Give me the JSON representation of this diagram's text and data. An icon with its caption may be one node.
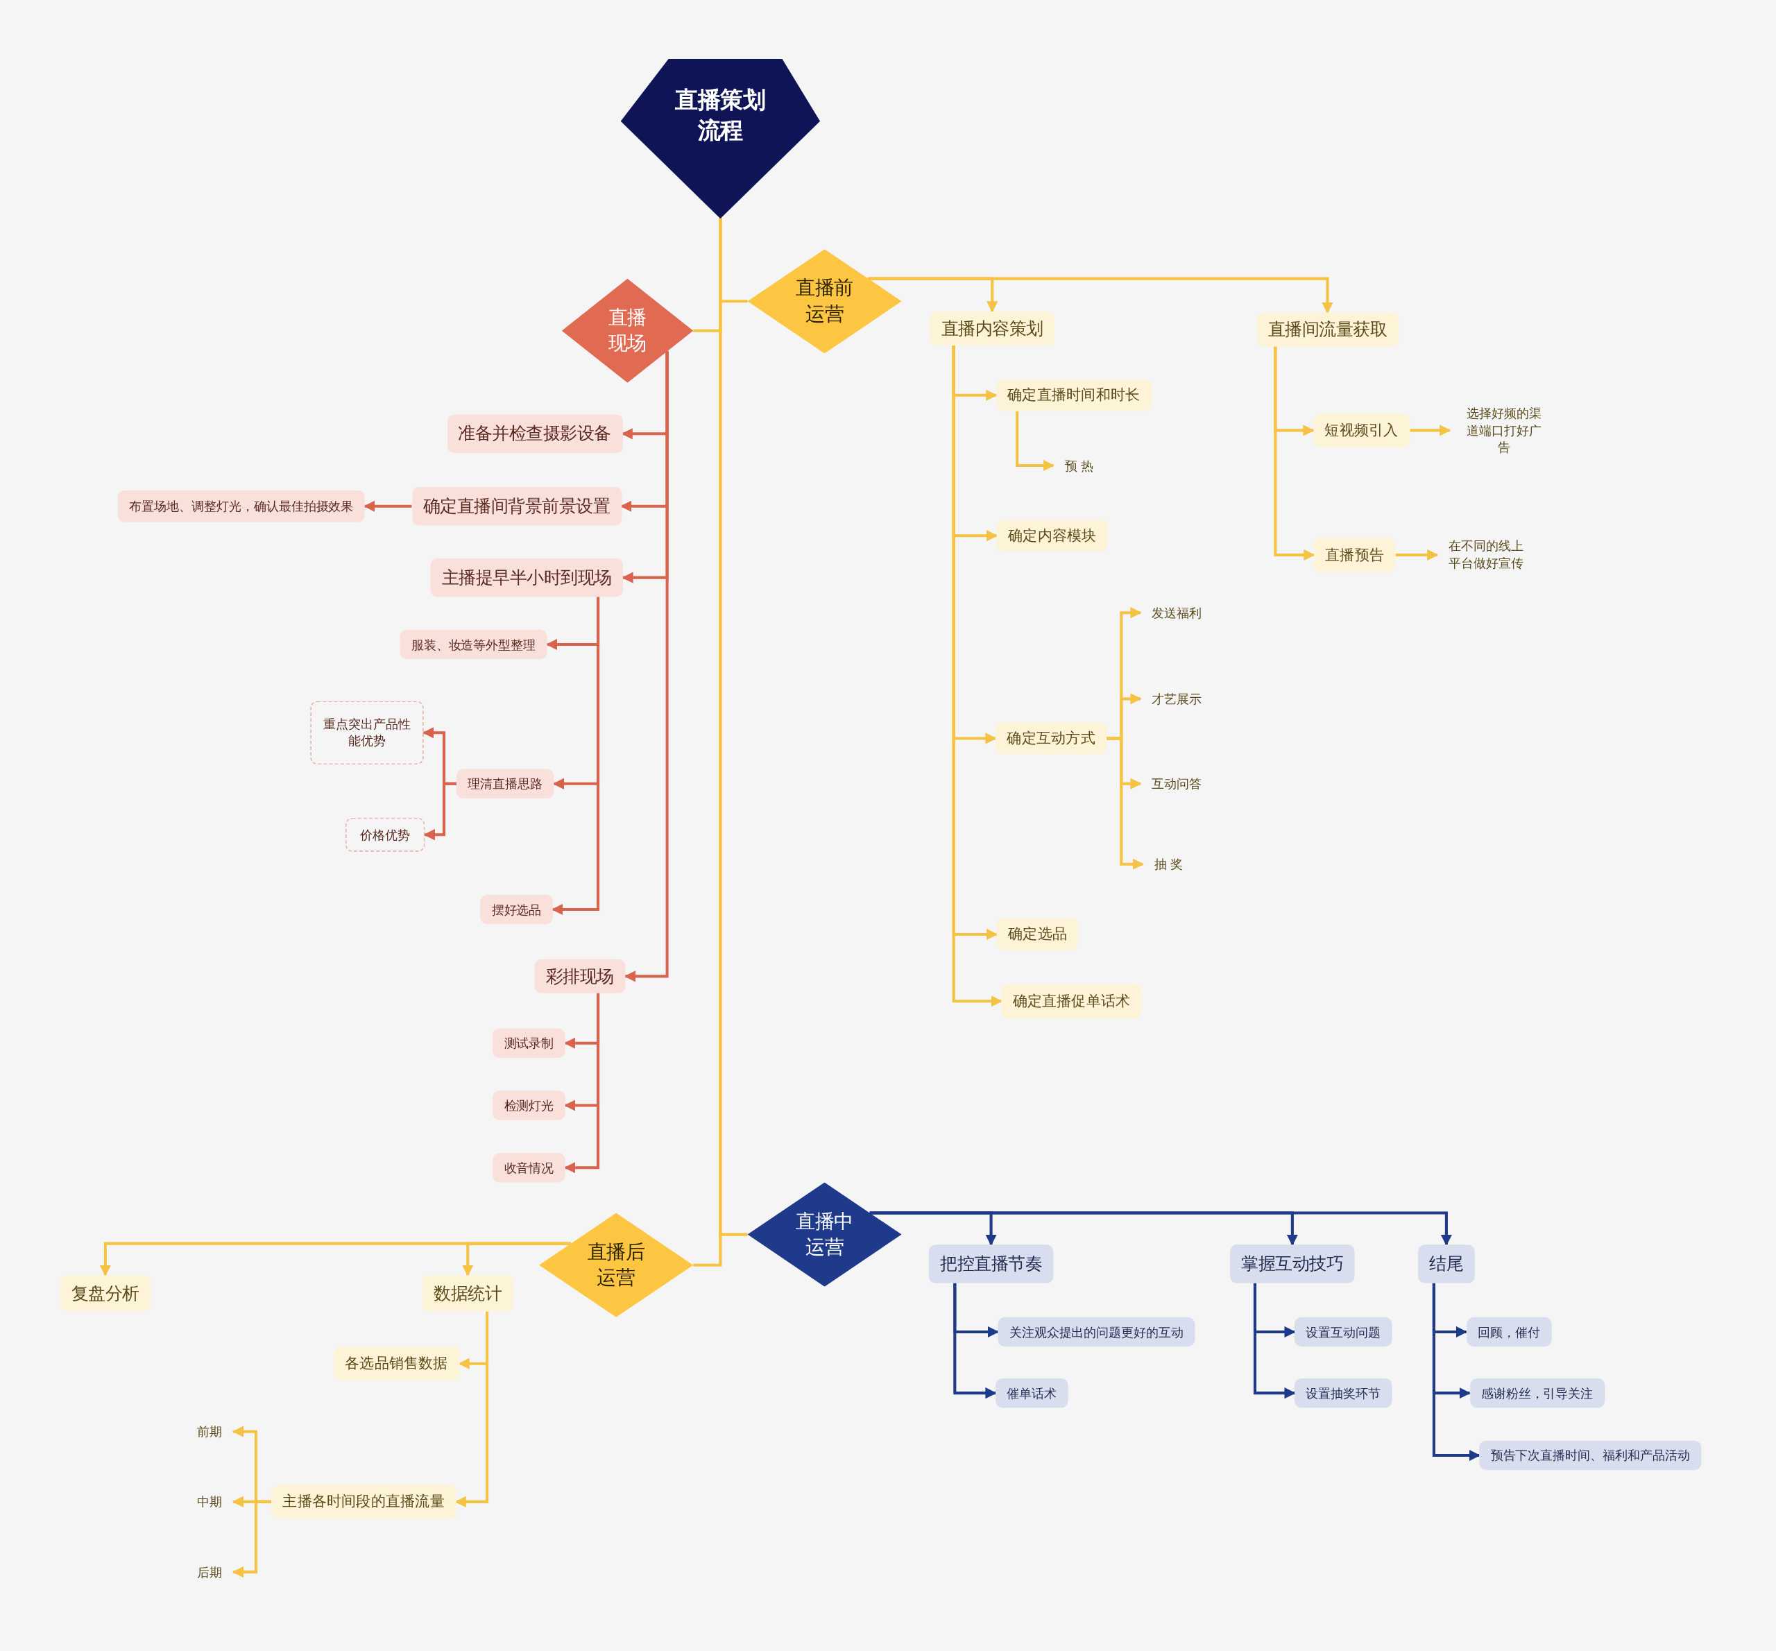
{
  "diagram": {
    "nodes": [
      {
        "text": [
          "直播策划流程"
        ]
      },
      {
        "text": [
          "直播前运营"
        ]
      },
      {
        "text": [
          "直播内容策划"
        ]
      },
      {
        "text": [
          "确定直播时间和时长"
        ]
      },
      {
        "text": [
          "预 热"
        ]
      },
      {
        "text": [
          "确定内容模块"
        ]
      },
      {
        "text": [
          "确定互动方式"
        ]
      },
      {
        "text": [
          "发送福利"
        ]
      },
      {
        "text": [
          "才艺展示"
        ]
      },
      {
        "text": [
          "互动问答"
        ]
      },
      {
        "text": [
          "抽 奖"
        ]
      },
      {
        "text": [
          "确定选品"
        ]
      },
      {
        "text": [
          "确定直播促单话术"
        ]
      },
      {
        "text": [
          "直播间流量获取"
        ]
      },
      {
        "text": [
          "短视频引入"
        ]
      },
      {
        "text": [
          "选择好频的渠道端口打好广告"
        ]
      },
      {
        "text": [
          "直播预告"
        ]
      },
      {
        "text": [
          "在不同的线上平台做好宣传"
        ]
      },
      {
        "text": [
          "直播现场"
        ]
      },
      {
        "text": [
          "准备并检查摄影设备"
        ]
      },
      {
        "text": [
          "确定直播间背景前景设置"
        ]
      },
      {
        "text": [
          "布置场地、调整灯光，确认最佳拍摄效果"
        ]
      },
      {
        "text": [
          "主播提早半小时到现场"
        ]
      },
      {
        "text": [
          "服装、妆造等外型整理"
        ]
      },
      {
        "text": [
          "理清直播思路"
        ]
      },
      {
        "text": [
          "重点突出产品性能优势"
        ]
      },
      {
        "text": [
          "价格优势"
        ]
      },
      {
        "text": [
          "摆好选品"
        ]
      },
      {
        "text": [
          "彩排现场"
        ]
      },
      {
        "text": [
          "测试录制"
        ]
      },
      {
        "text": [
          "检测灯光"
        ]
      },
      {
        "text": [
          "收音情况"
        ]
      },
      {
        "text": [
          "直播中运营"
        ]
      },
      {
        "text": [
          "把控直播节奏"
        ]
      },
      {
        "text": [
          "关注观众提出的问题更好的互动"
        ]
      },
      {
        "text": [
          "催单话术"
        ]
      },
      {
        "text": [
          "掌握互动技巧"
        ]
      },
      {
        "text": [
          "设置互动问题"
        ]
      },
      {
        "text": [
          "设置抽奖环节"
        ]
      },
      {
        "text": [
          "结尾"
        ]
      },
      {
        "text": [
          "回顾，催付"
        ]
      },
      {
        "text": [
          "感谢粉丝，引导关注"
        ]
      },
      {
        "text": [
          "预告下次直播时间、福利和产品活动"
        ]
      },
      {
        "text": [
          "直播后运营"
        ]
      },
      {
        "text": [
          "复盘分析"
        ]
      },
      {
        "text": [
          "数据统计"
        ]
      },
      {
        "text": [
          "各选品销售数据"
        ]
      },
      {
        "text": [
          "主播各时间段的直播流量"
        ]
      },
      {
        "text": [
          "前期"
        ]
      },
      {
        "text": [
          "中期"
        ]
      },
      {
        "text": [
          "后期"
        ]
      }
    ],
    "edges": [
      {
        "from": 0,
        "to": 1,
        "arrow": "none"
      },
      {
        "from": 0,
        "to": 18,
        "arrow": "none"
      },
      {
        "from": 0,
        "to": 32,
        "arrow": "none"
      },
      {
        "from": 0,
        "to": 43,
        "arrow": "none"
      },
      {
        "from": 1,
        "to": 2,
        "arrow": "to"
      },
      {
        "from": 1,
        "to": 13,
        "arrow": "to"
      },
      {
        "from": 2,
        "to": 3,
        "arrow": "to"
      },
      {
        "from": 2,
        "to": 5,
        "arrow": "to"
      },
      {
        "from": 2,
        "to": 6,
        "arrow": "to"
      },
      {
        "from": 2,
        "to": 11,
        "arrow": "to"
      },
      {
        "from": 2,
        "to": 12,
        "arrow": "to"
      },
      {
        "from": 3,
        "to": 4,
        "arrow": "to"
      },
      {
        "from": 6,
        "to": 7,
        "arrow": "to"
      },
      {
        "from": 6,
        "to": 8,
        "arrow": "to"
      },
      {
        "from": 6,
        "to": 9,
        "arrow": "to"
      },
      {
        "from": 6,
        "to": 10,
        "arrow": "to"
      },
      {
        "from": 13,
        "to": 14,
        "arrow": "to"
      },
      {
        "from": 13,
        "to": 16,
        "arrow": "to"
      },
      {
        "from": 14,
        "to": 15,
        "arrow": "to"
      },
      {
        "from": 16,
        "to": 17,
        "arrow": "to"
      },
      {
        "from": 18,
        "to": 19,
        "arrow": "to",
        "color": "#d9644e"
      },
      {
        "from": 18,
        "to": 20,
        "arrow": "to",
        "color": "#d9644e"
      },
      {
        "from": 18,
        "to": 22,
        "arrow": "to",
        "color": "#d9644e"
      },
      {
        "from": 18,
        "to": 28,
        "arrow": "to",
        "color": "#d9644e"
      },
      {
        "from": 20,
        "to": 21,
        "arrow": "to",
        "color": "#d9644e"
      },
      {
        "from": 22,
        "to": 23,
        "arrow": "to",
        "color": "#d9644e"
      },
      {
        "from": 22,
        "to": 24,
        "arrow": "to",
        "color": "#d9644e"
      },
      {
        "from": 22,
        "to": 27,
        "arrow": "to",
        "color": "#d9644e"
      },
      {
        "from": 24,
        "to": 25,
        "arrow": "to",
        "color": "#d9644e"
      },
      {
        "from": 24,
        "to": 26,
        "arrow": "to",
        "color": "#d9644e"
      },
      {
        "from": 28,
        "to": 29,
        "arrow": "to",
        "color": "#d9644e"
      },
      {
        "from": 28,
        "to": 30,
        "arrow": "to",
        "color": "#d9644e"
      },
      {
        "from": 28,
        "to": 31,
        "arrow": "to",
        "color": "#d9644e"
      },
      {
        "from": 32,
        "to": 33,
        "arrow": "to",
        "color": "#1f3a8a"
      },
      {
        "from": 32,
        "to": 36,
        "arrow": "to",
        "color": "#1f3a8a"
      },
      {
        "from": 32,
        "to": 39,
        "arrow": "to",
        "color": "#1f3a8a"
      },
      {
        "from": 33,
        "to": 34,
        "arrow": "to",
        "color": "#1f3a8a"
      },
      {
        "from": 33,
        "to": 35,
        "arrow": "to",
        "color": "#1f3a8a"
      },
      {
        "from": 36,
        "to": 37,
        "arrow": "to",
        "color": "#1f3a8a"
      },
      {
        "from": 36,
        "to": 38,
        "arrow": "to",
        "color": "#1f3a8a"
      },
      {
        "from": 39,
        "to": 40,
        "arrow": "to",
        "color": "#1f3a8a"
      },
      {
        "from": 39,
        "to": 41,
        "arrow": "to",
        "color": "#1f3a8a"
      },
      {
        "from": 39,
        "to": 42,
        "arrow": "to",
        "color": "#1f3a8a"
      },
      {
        "from": 43,
        "to": 44,
        "arrow": "to"
      },
      {
        "from": 43,
        "to": 45,
        "arrow": "to"
      },
      {
        "from": 45,
        "to": 46,
        "arrow": "to"
      },
      {
        "from": 45,
        "to": 47,
        "arrow": "to"
      },
      {
        "from": 47,
        "to": 48,
        "arrow": "to"
      },
      {
        "from": 47,
        "to": 49,
        "arrow": "to"
      },
      {
        "from": 47,
        "to": 50,
        "arrow": "to"
      }
    ]
  }
}
